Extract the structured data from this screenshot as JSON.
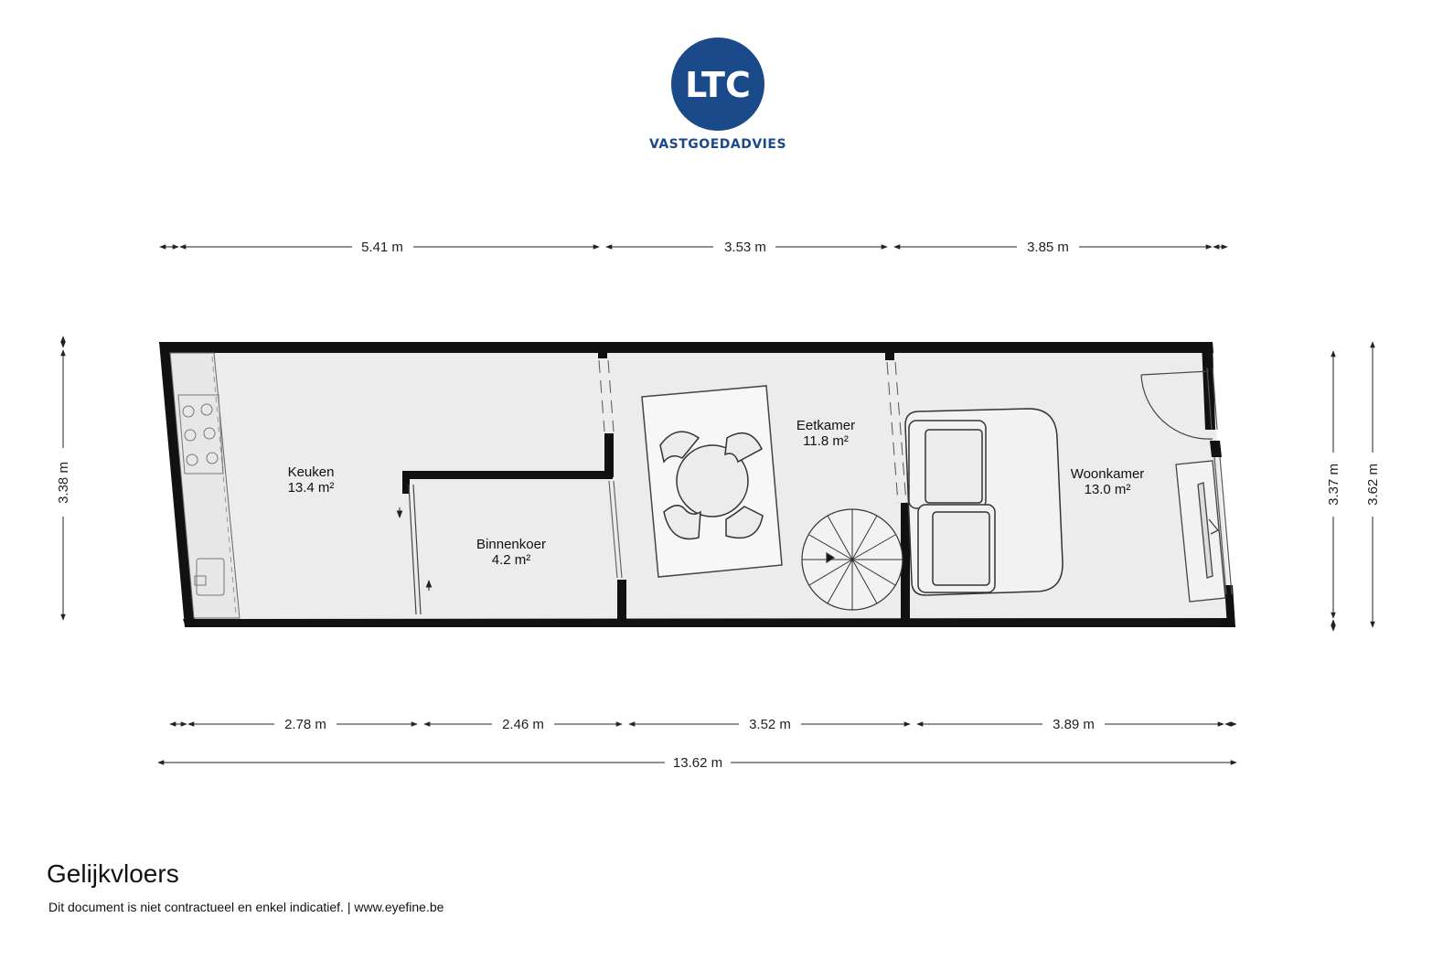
{
  "logo": {
    "monogram": "LTC",
    "subtitle": "VASTGOEDADVIES",
    "color": "#1b4a8a"
  },
  "plan": {
    "floor_name": "Gelijkvloers",
    "disclaimer": "Dit document is niet contractueel en enkel indicatief. | www.eyefine.be",
    "rooms": [
      {
        "name": "Keuken",
        "area": "13.4 m²"
      },
      {
        "name": "Binnenkoer",
        "area": "4.2 m²"
      },
      {
        "name": "Eetkamer",
        "area": "11.8 m²"
      },
      {
        "name": "Woonkamer",
        "area": "13.0 m²"
      }
    ],
    "dimensions": {
      "top": [
        "5.41 m",
        "3.53 m",
        "3.85 m"
      ],
      "bottom": [
        "2.78 m",
        "2.46 m",
        "3.52 m",
        "3.89 m"
      ],
      "total": "13.62 m",
      "left": "3.38 m",
      "right_inner": "3.37 m",
      "right_outer": "3.62 m"
    }
  }
}
